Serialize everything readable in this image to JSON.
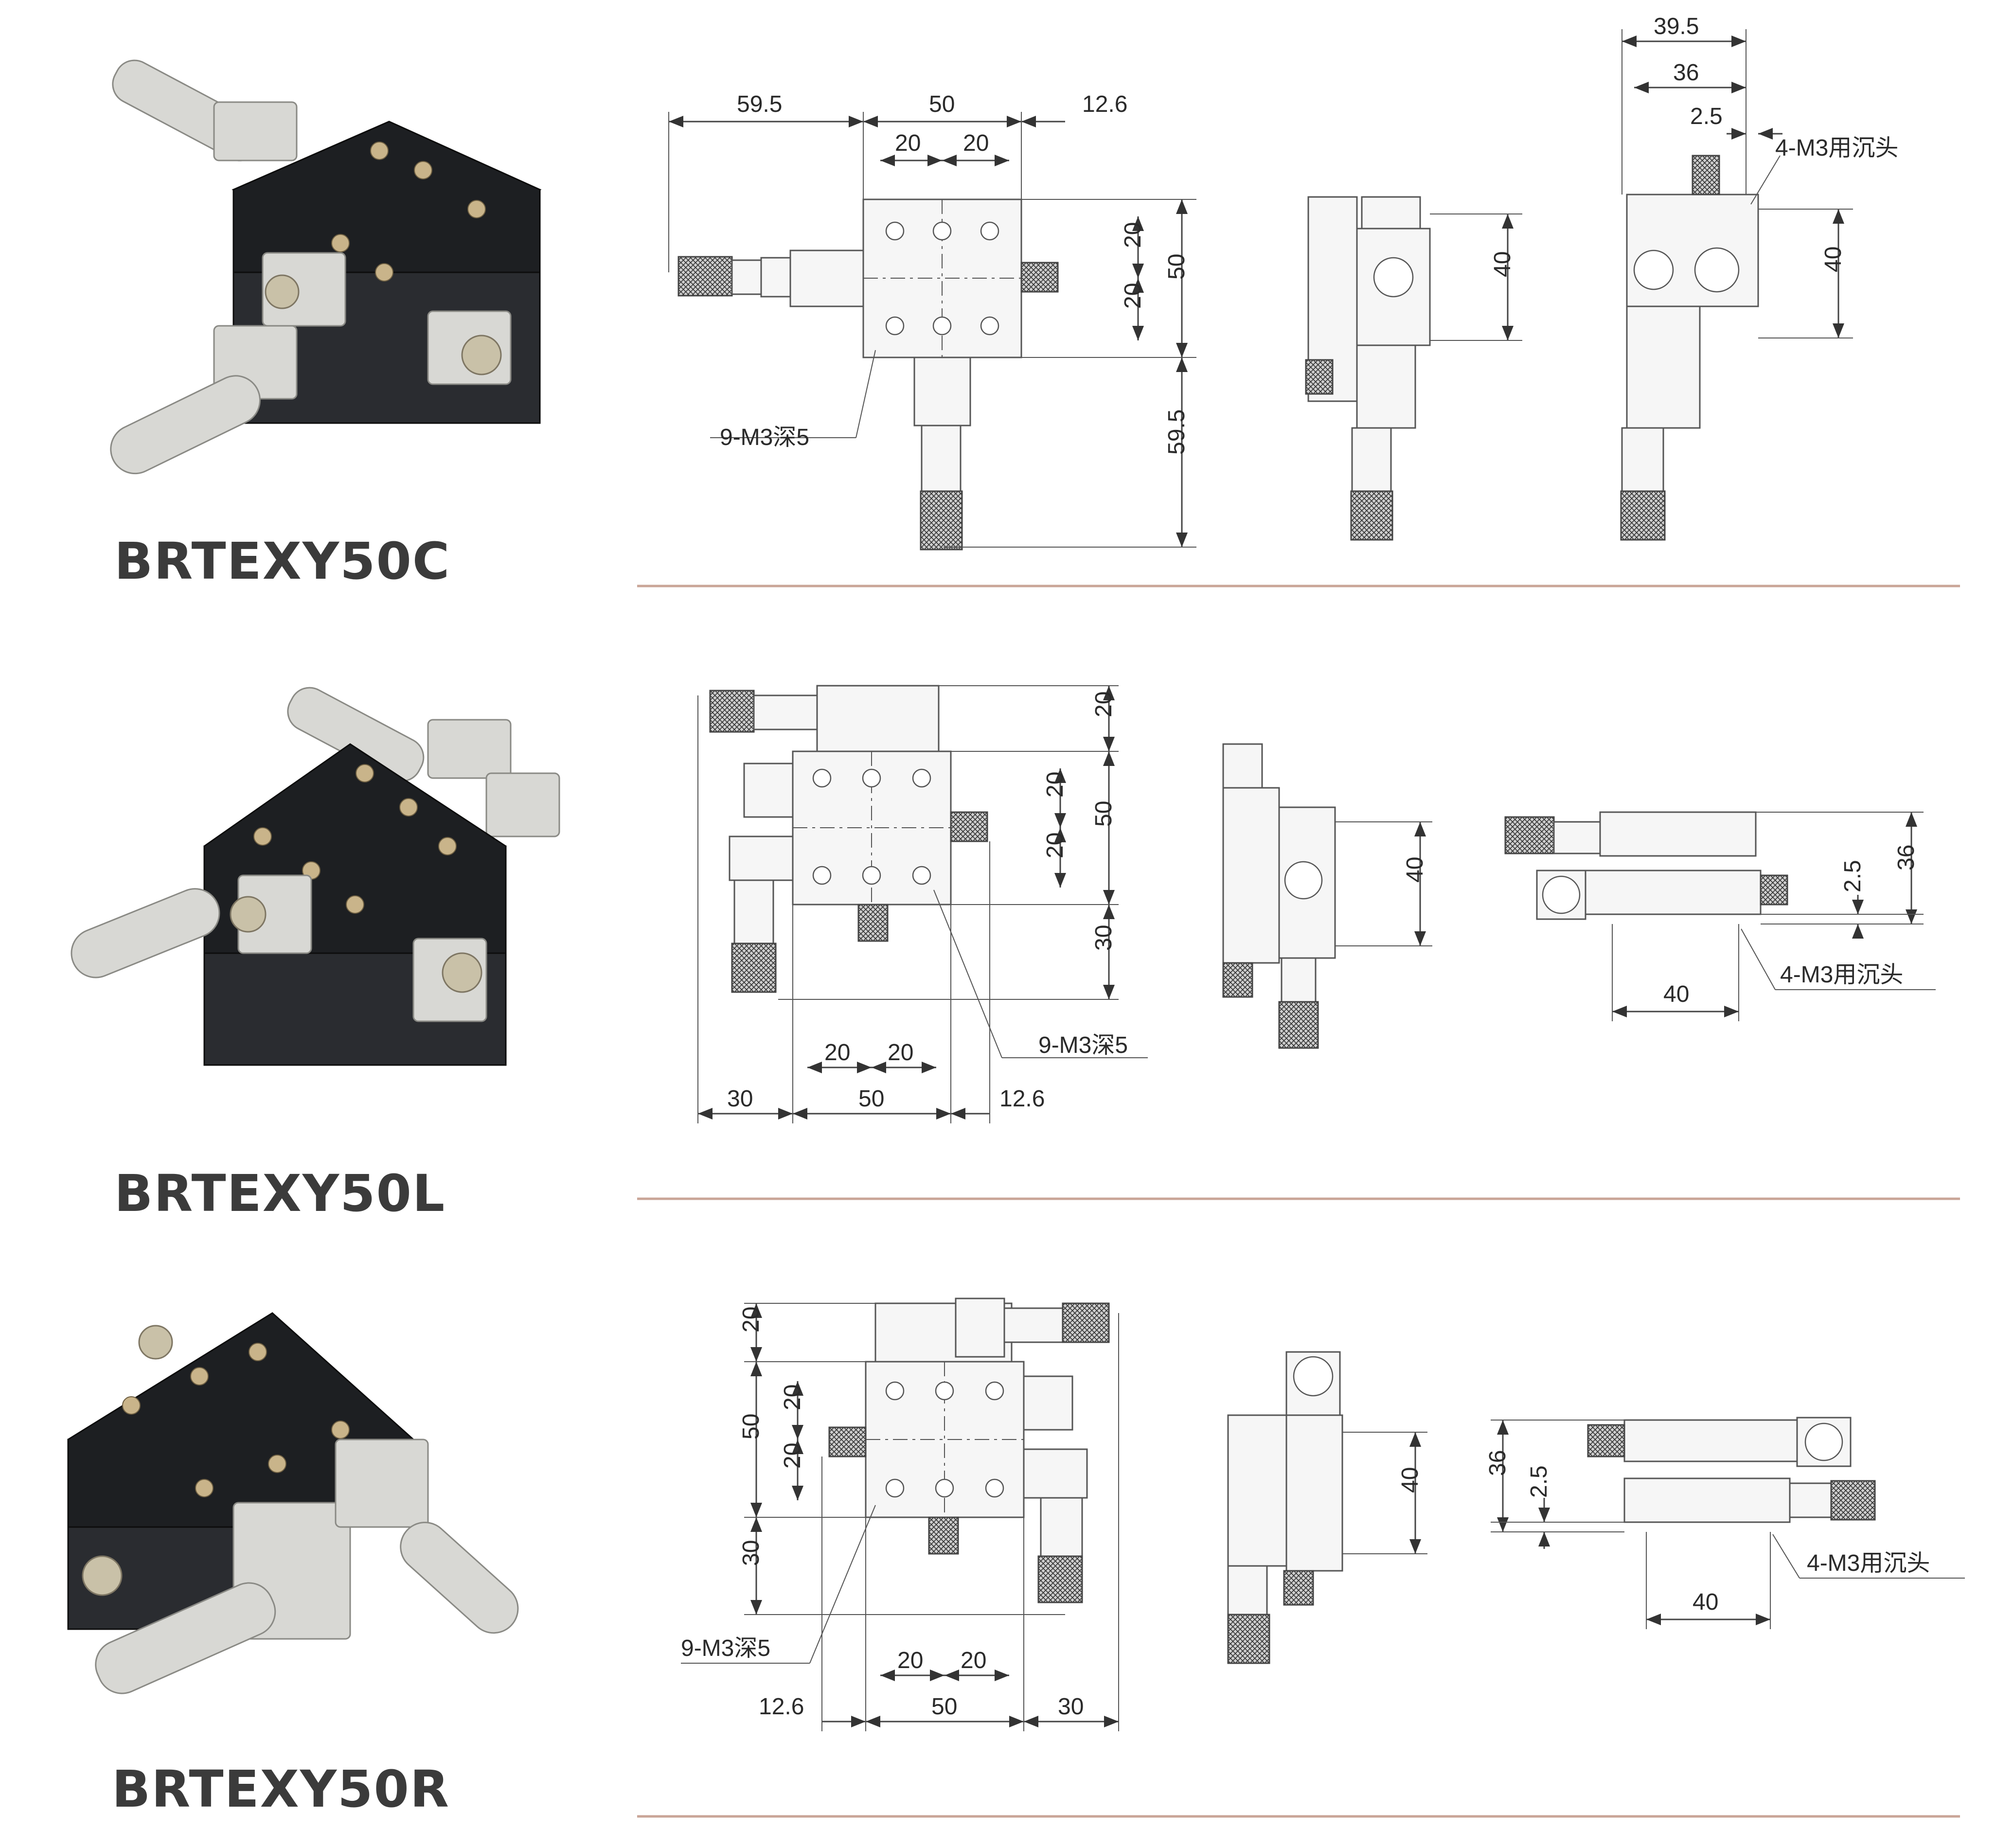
{
  "products": [
    {
      "model": "BRTEXY50C",
      "top_view_dims": [
        "59.5",
        "50",
        "12.6",
        "20",
        "20",
        "20",
        "20",
        "50",
        "59.5"
      ],
      "top_view_note": "9-M3深5",
      "side_view_dims": [
        "40"
      ],
      "end_view_dims": [
        "39.5",
        "36",
        "2.5",
        "40"
      ],
      "end_view_note": "4-M3用沉头"
    },
    {
      "model": "BRTEXY50L",
      "top_view_dims": [
        "20",
        "20",
        "50",
        "20",
        "30",
        "20",
        "20",
        "30",
        "50",
        "12.6"
      ],
      "top_view_note": "9-M3深5",
      "side_view_dims": [
        "40"
      ],
      "end_view_dims": [
        "36",
        "2.5",
        "40"
      ],
      "end_view_note": "4-M3用沉头"
    },
    {
      "model": "BRTEXY50R",
      "top_view_dims": [
        "20",
        "50",
        "20",
        "20",
        "30",
        "20",
        "20",
        "12.6",
        "50",
        "30"
      ],
      "top_view_note": "9-M3深5",
      "side_view_dims": [
        "40"
      ],
      "end_view_dims": [
        "36",
        "2.5",
        "40"
      ],
      "end_view_note": "4-M3用沉头"
    }
  ],
  "colors": {
    "separator": "#c9a597",
    "model_text": "#3b3b3b",
    "stage_body": "#1d1f22"
  }
}
